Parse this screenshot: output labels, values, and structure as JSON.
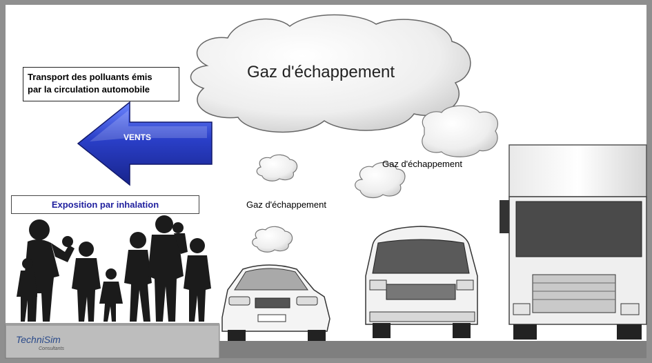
{
  "title_box": {
    "line1": "Transport des polluants émis",
    "line2": "par la circulation automobile"
  },
  "exposure_label": "Exposition par inhalation",
  "wind_label": "VENTS",
  "clouds": {
    "main_label": "Gaz d'échappement",
    "label_upper": "Gaz d'échappement",
    "label_lower": "Gaz d'échappement"
  },
  "brand": {
    "name": "TechniSim",
    "subtitle": "Consultants"
  },
  "colors": {
    "arrow_blue": "#2a3fc8",
    "exposure_text": "#1f1f9e",
    "frame": "#8f8f8f",
    "ground": "#7f7f7f",
    "silhouette": "#1b1b1b"
  }
}
